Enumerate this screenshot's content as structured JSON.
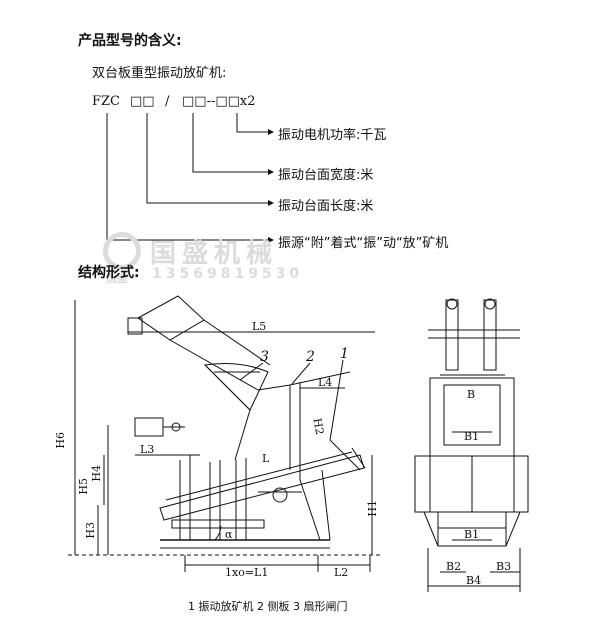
{
  "meaning_heading": "产品型号的含义:",
  "product_name": "双台板重型振动放矿机:",
  "model": {
    "prefix": "FZC",
    "code_1": "□□",
    "slash": "/",
    "code_2": "□□--□□x2"
  },
  "legend": [
    "振动电机功率:千瓦",
    "振动台面宽度:米",
    "振动台面长度:米",
    "振源“附”着式“振”动“放”矿机"
  ],
  "watermark": {
    "name": "国盛机械",
    "phone": "13569819530",
    "logo_text": "国盛"
  },
  "structure_heading": "结构形式:",
  "dims_side": [
    "L5",
    "L4",
    "L3",
    "H6",
    "H5",
    "H4",
    "H3",
    "H1",
    "H2",
    "L",
    "α",
    "1xo=L1",
    "L2",
    "1",
    "2",
    "3"
  ],
  "dims_front": [
    "B",
    "B1",
    "B1",
    "B2",
    "B3",
    "B4"
  ],
  "caption": "1  振动放矿机    2  侧板    3  扇形闸门"
}
